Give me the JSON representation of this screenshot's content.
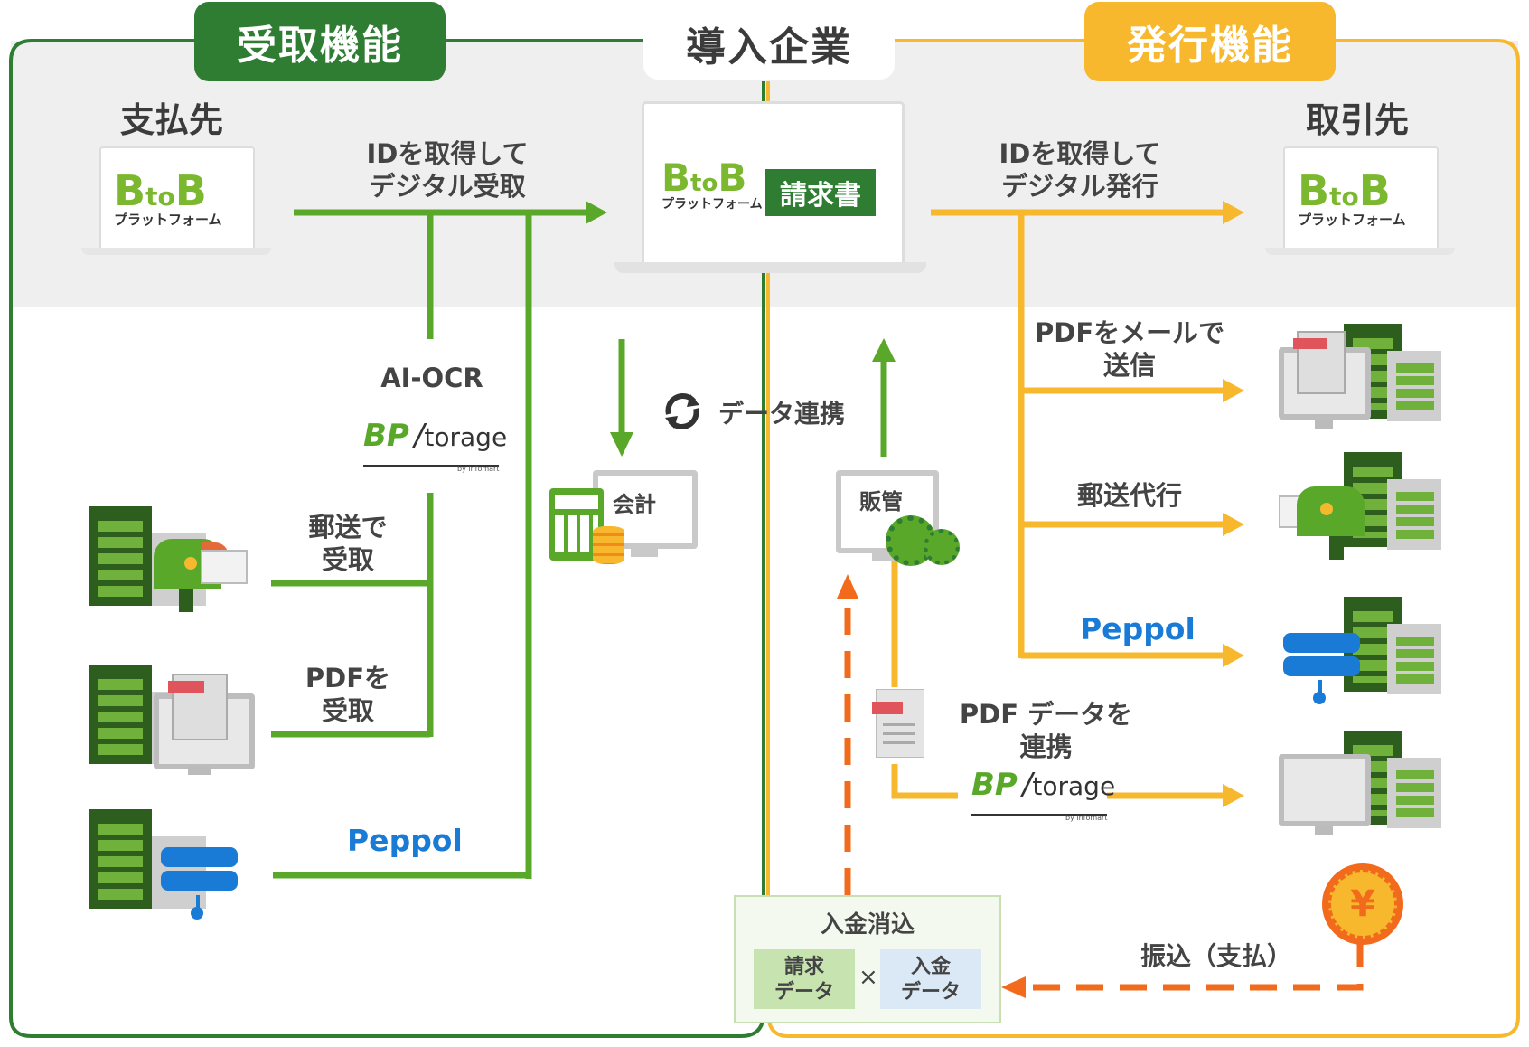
{
  "receive_header": "受取機能",
  "company_header": "導入企業",
  "issue_header": "発行機能",
  "payee_title": "支払先",
  "partner_title": "取引先",
  "btob_brand_b1": "B",
  "btob_brand_to": "to",
  "btob_brand_b2": "B",
  "btob_sub": "プラットフォーム",
  "invoice_badge": "請求書",
  "receive_digital": [
    "IDを取得して",
    "デジタル受取"
  ],
  "issue_digital": [
    "IDを取得して",
    "デジタル発行"
  ],
  "ai_ocr": "AI-OCR",
  "bp_storage_bp": "BP",
  "bp_storage_word": "torage",
  "bp_storage_by": "by infomart",
  "mail_receive": [
    "郵送で",
    "受取"
  ],
  "pdf_receive": [
    "PDFを",
    "受取"
  ],
  "peppol_left": "Peppol",
  "peppol_right": "Peppol",
  "accounting": "会計",
  "data_link": "データ連携",
  "sales_mgmt": "販管",
  "pdf_mail_send": [
    "PDFをメールで",
    "送信"
  ],
  "mail_proxy": "郵送代行",
  "pdf_data_link": [
    "PDF データを",
    "連携"
  ],
  "reconcile_title": "入金消込",
  "invoice_data": [
    "請求",
    "データ"
  ],
  "times": "×",
  "payment_data": [
    "入金",
    "データ"
  ],
  "transfer": "振込（支払）",
  "yen": "¥",
  "colors": {
    "green": "#5aa82a",
    "dark_green": "#2e7d32",
    "yellow": "#f7b82e",
    "orange_dash": "#f26a1b",
    "blue": "#1a7bd6",
    "gray_band": "#efefef"
  }
}
